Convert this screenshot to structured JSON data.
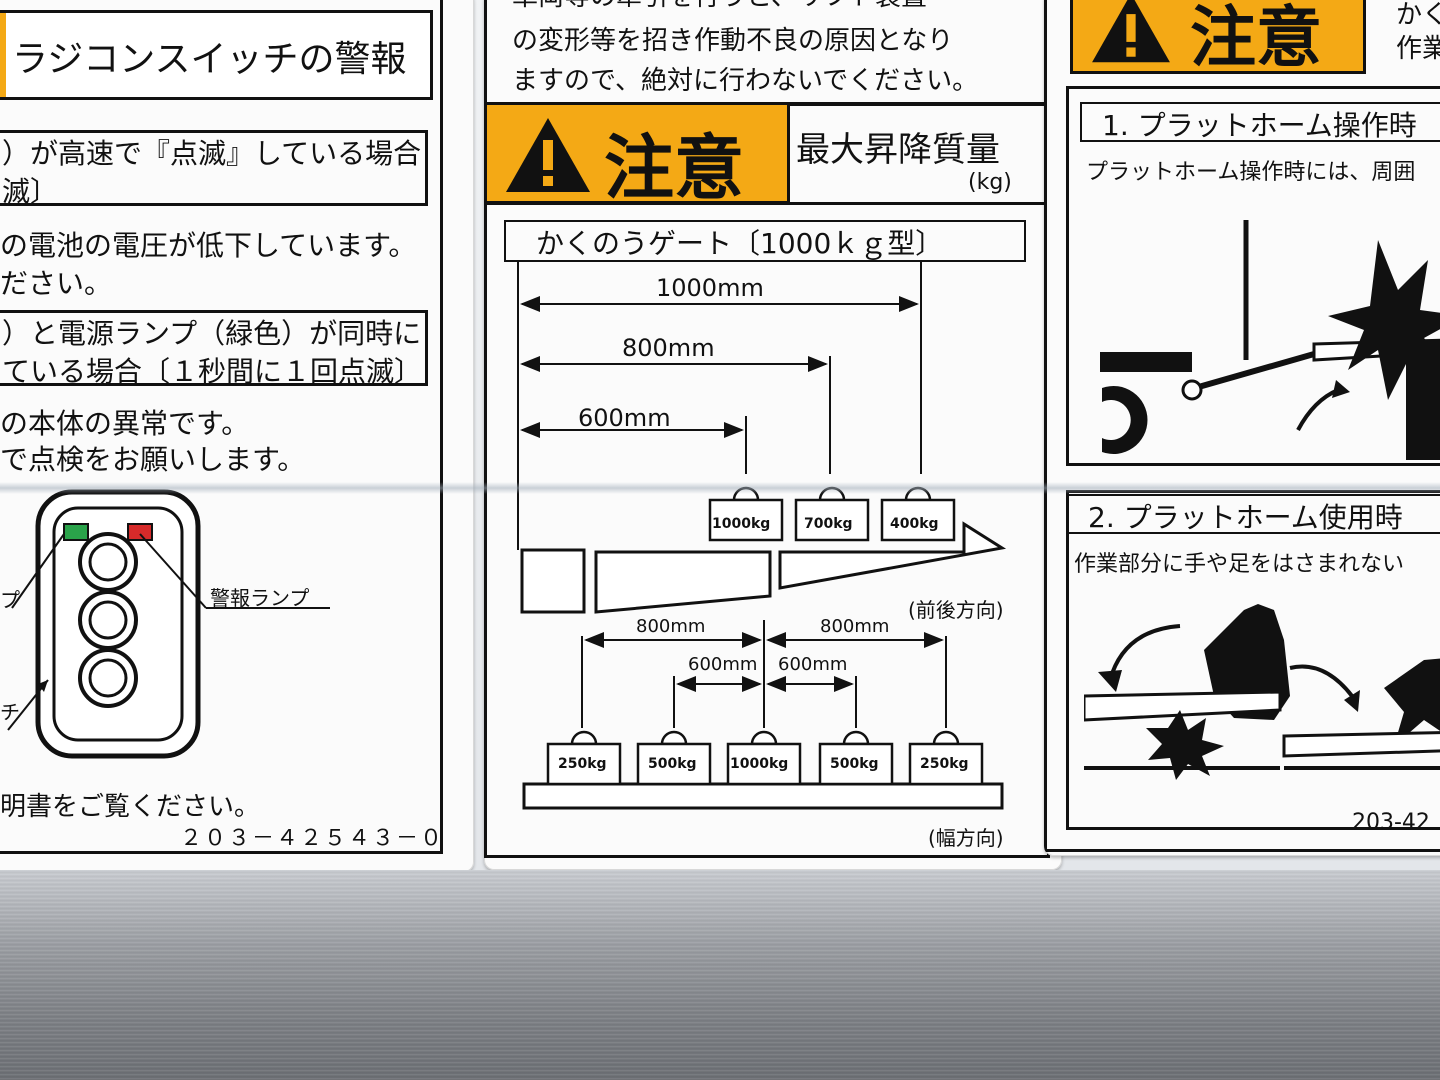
{
  "left_sticker": {
    "header": "ラジコンスイッチの警報",
    "box1_line1": "）が高速で『点滅』している場合",
    "box1_line2": "滅〕",
    "text1_line1": "の電池の電圧が低下しています。",
    "text1_line2": "ださい。",
    "box2_line1": "）と電源ランプ（緑色）が同時に",
    "box2_line2": "ている場合〔１秒間に１回点滅〕",
    "text2_line1": "の本体の異常です。",
    "text2_line2": "で点検をお願いします。",
    "label_alarm_lamp": "警報ランプ",
    "label_cut1": "プ",
    "label_cut2": "チ",
    "footer_text": "明書をご覧ください。",
    "part_number": "２０３－４２５４３－０"
  },
  "center_sticker": {
    "top_line1": "車両等の牽引を行うと、リフト装置",
    "top_line2": "の変形等を招き作動不良の原因となり",
    "top_line3": "ますので、絶対に行わないでください。",
    "caution": "注意",
    "max_load_title": "最大昇降質量",
    "unit": "(kg)",
    "gate_title": "かくのうゲート〔1000ｋｇ型〕",
    "direction_front_back": "(前後方向)",
    "direction_width": "(幅方向)",
    "front_back": {
      "distances": [
        "1000mm",
        "800mm",
        "600mm"
      ],
      "weights": [
        "1000kg",
        "700kg",
        "400kg"
      ]
    },
    "width": {
      "distances_outer": [
        "800mm",
        "800mm"
      ],
      "distances_inner": [
        "600mm",
        "600mm"
      ],
      "weights": [
        "250kg",
        "500kg",
        "1000kg",
        "500kg",
        "250kg"
      ]
    }
  },
  "right_sticker": {
    "caution": "注意",
    "side_text_1": "かく",
    "side_text_2": "作業",
    "section1_title": "1. プラットホーム操作時",
    "section1_text": "プラットホーム操作時には、周囲",
    "section2_title": "2. プラットホーム使用時",
    "section2_text": "作業部分に手や足をはさまれない",
    "part_number": "203-42"
  },
  "colors": {
    "warning_yellow": "#f4a915",
    "lamp_red": "#d62a2a",
    "lamp_green": "#2aa34a"
  }
}
